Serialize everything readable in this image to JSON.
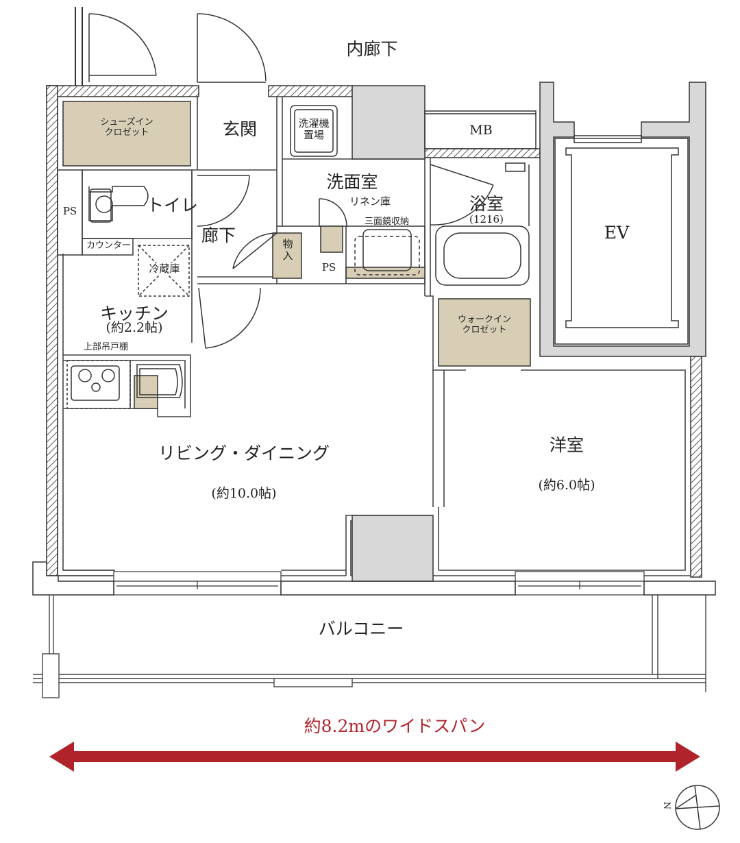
{
  "labels": {
    "corridor_outside": "内廊下",
    "shoes_closet": "シューズイン\nクロゼット",
    "entrance": "玄関",
    "washer": "洗濯機\n置場",
    "mb": "MB",
    "washroom": "洗面室",
    "linen": "リネン庫",
    "mirror_storage": "三面鏡収納",
    "bath": "浴室",
    "bath_size": "(1216)",
    "ev": "EV",
    "ps_left": "PS",
    "toilet": "トイレ",
    "counter": "カウンター",
    "hallway": "廊下",
    "storage": "物\n入",
    "ps_center": "PS",
    "fridge": "冷蔵庫",
    "kitchen": "キッチン",
    "kitchen_size": "(約2.2帖)",
    "upper_cabinet": "上部吊戸棚",
    "wic": "ウォークイン\nクロゼット",
    "living": "リビング・ダイニング",
    "living_size": "(約10.0帖)",
    "western": "洋室",
    "western_size": "(約6.0帖)",
    "balcony": "バルコニー",
    "span": "約8.2mのワイドスパン",
    "north": "N"
  },
  "colors": {
    "closet_fill": "#d8ceb6",
    "shaft_fill": "#d8d8d8",
    "wall": "#444444",
    "span_arrow": "#b0232a"
  }
}
